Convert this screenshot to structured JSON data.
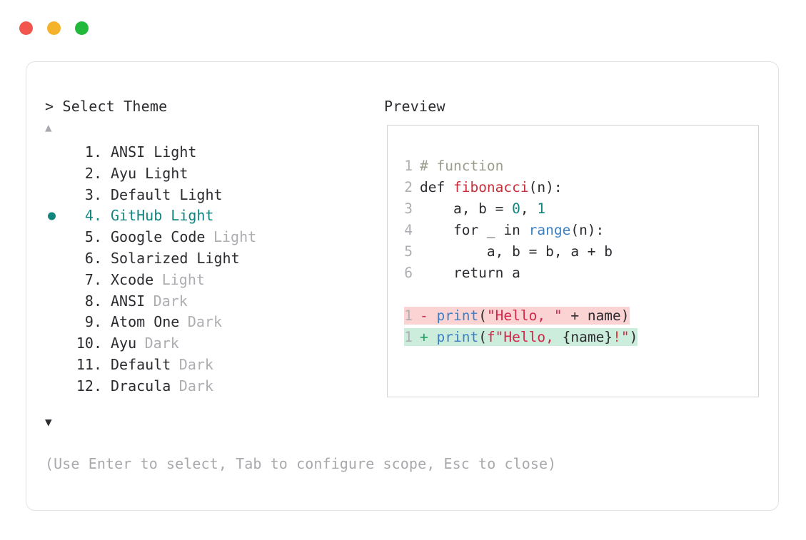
{
  "window": {
    "traffic_lights": [
      {
        "name": "close",
        "color": "#f2554d"
      },
      {
        "name": "minimize",
        "color": "#f5b32b"
      },
      {
        "name": "maximize",
        "color": "#22b93b"
      }
    ]
  },
  "picker": {
    "header": "> Select Theme",
    "scroll_up_glyph": "▲",
    "scroll_down_glyph": "▼",
    "selected_index": 4,
    "selected_color": "#13857f",
    "muted_color": "#adadb2",
    "items": [
      {
        "num": "1.",
        "name": "ANSI Light",
        "variant": "",
        "variant_muted": false,
        "selected": false
      },
      {
        "num": "2.",
        "name": "Ayu Light",
        "variant": "",
        "variant_muted": false,
        "selected": false
      },
      {
        "num": "3.",
        "name": "Default Light",
        "variant": "",
        "variant_muted": false,
        "selected": false
      },
      {
        "num": "4.",
        "name": "GitHub Light",
        "variant": "",
        "variant_muted": false,
        "selected": true
      },
      {
        "num": "5.",
        "name": "Google Code",
        "variant": "Light",
        "variant_muted": true,
        "selected": false
      },
      {
        "num": "6.",
        "name": "Solarized Light",
        "variant": "",
        "variant_muted": false,
        "selected": false
      },
      {
        "num": "7.",
        "name": "Xcode",
        "variant": "Light",
        "variant_muted": true,
        "selected": false
      },
      {
        "num": "8.",
        "name": "ANSI",
        "variant": "Dark",
        "variant_muted": true,
        "selected": false
      },
      {
        "num": "9.",
        "name": "Atom One",
        "variant": "Dark",
        "variant_muted": true,
        "selected": false
      },
      {
        "num": "10.",
        "name": "Ayu",
        "variant": "Dark",
        "variant_muted": true,
        "selected": false
      },
      {
        "num": "11.",
        "name": "Default",
        "variant": "Dark",
        "variant_muted": true,
        "selected": false
      },
      {
        "num": "12.",
        "name": "Dracula",
        "variant": "Dark",
        "variant_muted": true,
        "selected": false
      }
    ]
  },
  "preview": {
    "header": "Preview",
    "code_lines": [
      {
        "ln": "1",
        "tokens": [
          {
            "t": "# function",
            "c": "comment"
          }
        ]
      },
      {
        "ln": "2",
        "tokens": [
          {
            "t": "def ",
            "c": "kw"
          },
          {
            "t": "fibonacci",
            "c": "fn"
          },
          {
            "t": "(n):",
            "c": "plain"
          }
        ]
      },
      {
        "ln": "3",
        "tokens": [
          {
            "t": "    a, b = ",
            "c": "plain"
          },
          {
            "t": "0",
            "c": "num"
          },
          {
            "t": ", ",
            "c": "plain"
          },
          {
            "t": "1",
            "c": "num"
          }
        ]
      },
      {
        "ln": "4",
        "tokens": [
          {
            "t": "    for _ in ",
            "c": "plain"
          },
          {
            "t": "range",
            "c": "builtin"
          },
          {
            "t": "(n):",
            "c": "plain"
          }
        ]
      },
      {
        "ln": "5",
        "tokens": [
          {
            "t": "        a, b = b, a + b",
            "c": "plain"
          }
        ]
      },
      {
        "ln": "6",
        "tokens": [
          {
            "t": "    return a",
            "c": "plain"
          }
        ]
      }
    ],
    "diff_lines": [
      {
        "ln": "1",
        "kind": "del",
        "marker": "-",
        "bg": "#fbd3d2",
        "tokens": [
          {
            "t": "print",
            "c": "builtin"
          },
          {
            "t": "(",
            "c": "plain"
          },
          {
            "t": "\"Hello, \"",
            "c": "str"
          },
          {
            "t": " + name)",
            "c": "plain"
          }
        ]
      },
      {
        "ln": "1",
        "kind": "add",
        "marker": "+",
        "bg": "#cdeddc",
        "tokens": [
          {
            "t": "print",
            "c": "builtin"
          },
          {
            "t": "(",
            "c": "plain"
          },
          {
            "t": "f\"Hello, ",
            "c": "str"
          },
          {
            "t": "{name}",
            "c": "plain"
          },
          {
            "t": "!",
            "c": "bang"
          },
          {
            "t": "\"",
            "c": "str"
          },
          {
            "t": ")",
            "c": "plain"
          }
        ]
      }
    ]
  },
  "footer": {
    "hint": "(Use Enter to select, Tab to configure scope, Esc to close)"
  }
}
